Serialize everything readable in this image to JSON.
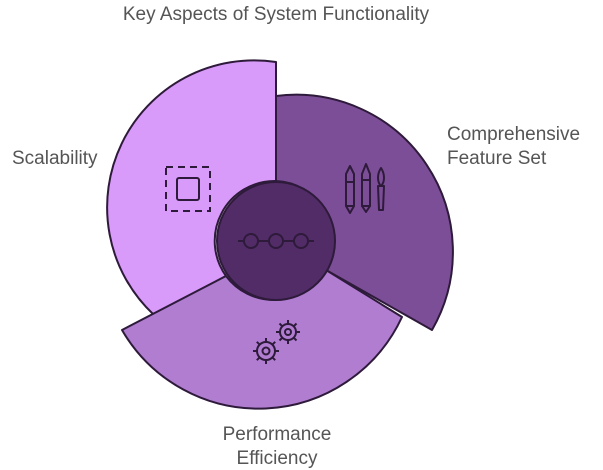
{
  "title": "Key Aspects of System Functionality",
  "segments": [
    {
      "id": "scalability",
      "label_lines": [
        "Scalability"
      ],
      "icon": "dashed-square-icon",
      "color": "#D99BF9"
    },
    {
      "id": "comprehensive-feature-set",
      "label_lines": [
        "Comprehensive",
        "Feature Set"
      ],
      "icon": "pens-and-brush-icon",
      "color": "#7D4E98"
    },
    {
      "id": "performance-efficiency",
      "label_lines": [
        "Performance",
        "Efficiency"
      ],
      "icon": "gears-icon",
      "color": "#B07DD1"
    }
  ],
  "center": {
    "icon": "connected-nodes-icon",
    "color": "#522C67"
  },
  "stroke_color": "#2E1A3A"
}
